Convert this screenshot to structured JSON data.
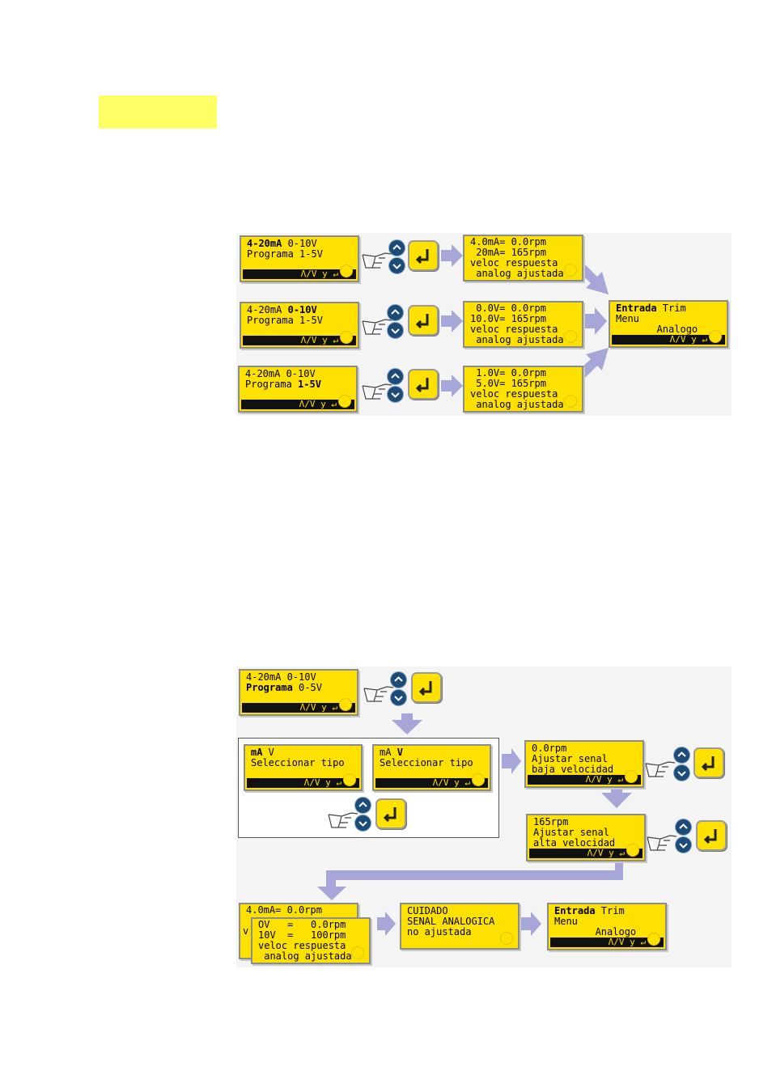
{
  "highlight_tag": {
    "color": "#ffff66"
  },
  "colors": {
    "lcd": "#ffe100",
    "arrow": "#a6a6d9",
    "button": "#1d4b78"
  },
  "status_bar": "Λ/V y ↵",
  "diagram1": {
    "left_screens": [
      {
        "l1a": "4-20mA",
        "l1b": " 0-10V",
        "l2a": "Programa 1-5V",
        "l2b": ""
      },
      {
        "l1a": "4-20mA ",
        "l1b": "0-10V",
        "l2a": "Programa 1-5V",
        "l2b": ""
      },
      {
        "l1a": "4-20mA 0-10V",
        "l1b": "",
        "l2a": "Programa ",
        "l2b": "1-5V"
      }
    ],
    "mid_screens": [
      [
        "4.0mA= 0.0rpm",
        " 20mA= 165rpm",
        "veloc respuesta",
        " analog ajustada"
      ],
      [
        " 0.0V= 0.0rpm",
        "10.0V= 165rpm",
        "veloc respuesta",
        " analog ajustada"
      ],
      [
        " 1.0V= 0.0rpm",
        " 5.0V= 165rpm",
        "veloc respuesta",
        " analog ajustada"
      ]
    ],
    "result": {
      "l1a": "Entrada",
      "l1b": " Trim",
      "l2": "Menu",
      "l3": "       Analogo"
    }
  },
  "diagram2": {
    "start": {
      "l1": "4-20mA 0-10V",
      "l2a": "Programa",
      "l2b": " 0-5V"
    },
    "select_ma": {
      "l1a": "mA",
      "l1b": " V",
      "l2": "Seleccionar tipo"
    },
    "select_v": {
      "l1a": "mA ",
      "l1b": "V",
      "l2": "Seleccionar tipo"
    },
    "low": [
      "0.0rpm",
      "Ajustar senal",
      "baja velocidad"
    ],
    "high": [
      "165rpm",
      "Ajustar senal",
      "alta velocidad"
    ],
    "back_card": [
      "4.0mA= 0.0rpm",
      "v"
    ],
    "front_card": [
      "OV   =   0.0rpm",
      "10V  =   100rpm",
      "veloc respuesta",
      " analog ajustada"
    ],
    "warning": [
      "CUIDADO",
      "SENAL ANALOGICA",
      "no ajustada"
    ],
    "result": {
      "l1a": "Entrada",
      "l1b": " Trim",
      "l2": "Menu",
      "l3": "       Analogo"
    }
  }
}
